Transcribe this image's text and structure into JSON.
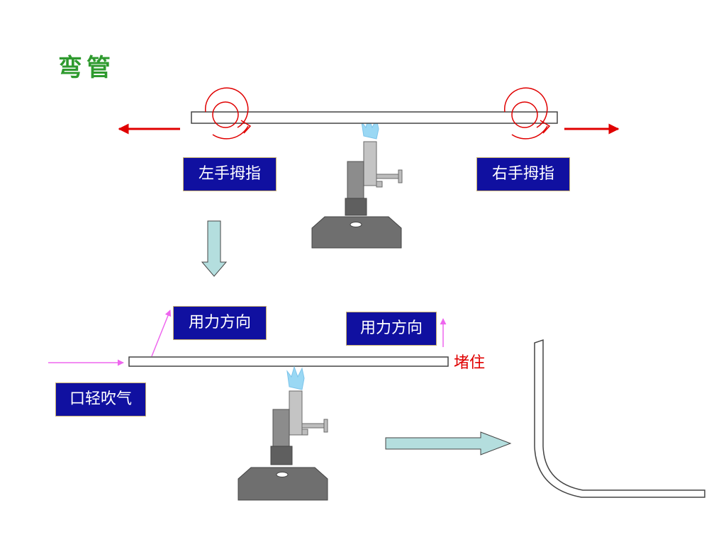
{
  "title": "弯管",
  "labels": {
    "left_thumb": "左手拇指",
    "right_thumb": "右手拇指",
    "force_direction_left": "用力方向",
    "force_direction_right": "用力方向",
    "plug": "堵住",
    "blow_gently": "口轻吹气"
  },
  "colors": {
    "title": "#2e9a2e",
    "label_bg": "#1010a0",
    "label_text": "#ffffff",
    "red": "#e00000",
    "pink": "#ee66ee",
    "block_arrow": "#b4dede",
    "flame": "#9ad8f4",
    "burner_dark": "#6f6f6f",
    "burner_light": "#bdbdbd"
  }
}
